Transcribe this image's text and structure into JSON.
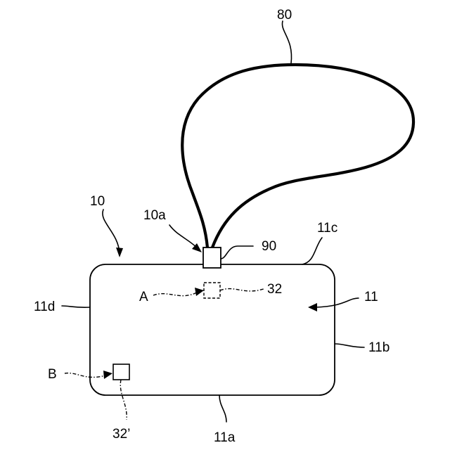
{
  "labels": {
    "cord": "80",
    "device": "10",
    "attach_point": "10a",
    "connector": "90",
    "edge_top": "11c",
    "body": "11",
    "edge_left": "11d",
    "edge_right": "11b",
    "edge_bottom": "11a",
    "sensor_top": "32",
    "sensor_bottom": "32’",
    "arrow_a": "A",
    "arrow_b": "B"
  },
  "colors": {
    "line": "#000000",
    "background": "#ffffff"
  }
}
